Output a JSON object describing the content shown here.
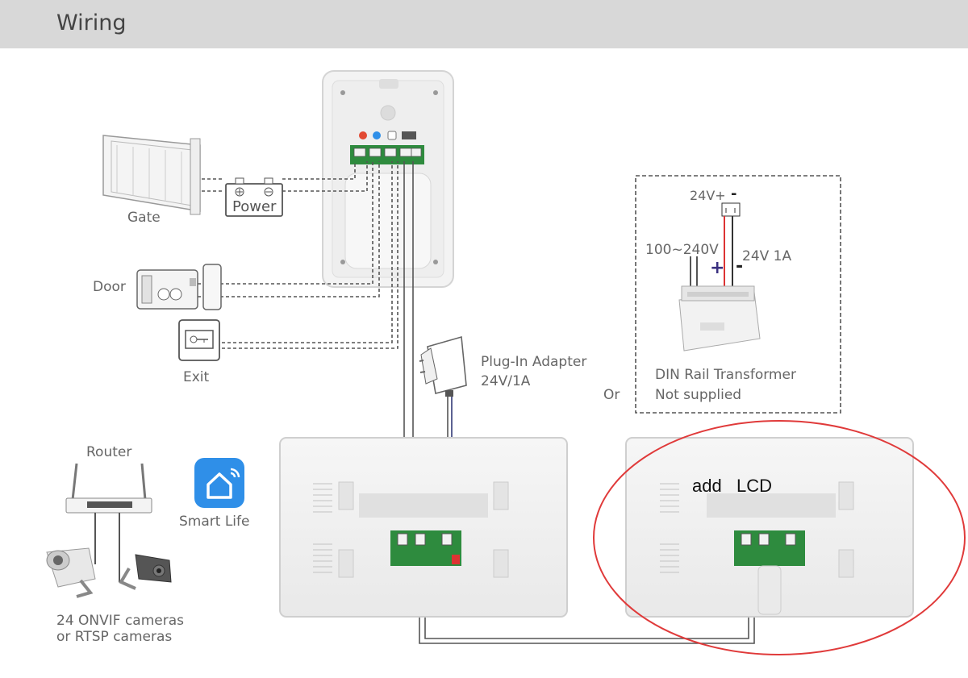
{
  "header": {
    "title": "Wiring"
  },
  "labels": {
    "gate": "Gate",
    "power": "Power",
    "door": "Door",
    "exit": "Exit",
    "plug_adapter_line1": "Plug-In Adapter",
    "plug_adapter_line2": "24V/1A",
    "or": "Or",
    "din_line1": "DIN Rail Transformer",
    "din_line2": "Not supplied",
    "v24_top": "24V+",
    "minus_top": "-",
    "v100_240": "100~240V",
    "plus": "+",
    "minus": "-",
    "v24_1a": "24V 1A",
    "router": "Router",
    "smart_life": "Smart Life",
    "cameras_line1": "24 ONVIF cameras",
    "cameras_line2": "or RTSP cameras",
    "add_lcd": "add   LCD"
  },
  "colors": {
    "header_bg": "#d8d8d8",
    "wire": "#555555",
    "highlight_ellipse": "#e03a3a",
    "terminal_board": "#2e8b3e",
    "smart_life_icon": "#2f8fe8",
    "power_plus": "#d33",
    "power_minus": "#333"
  }
}
